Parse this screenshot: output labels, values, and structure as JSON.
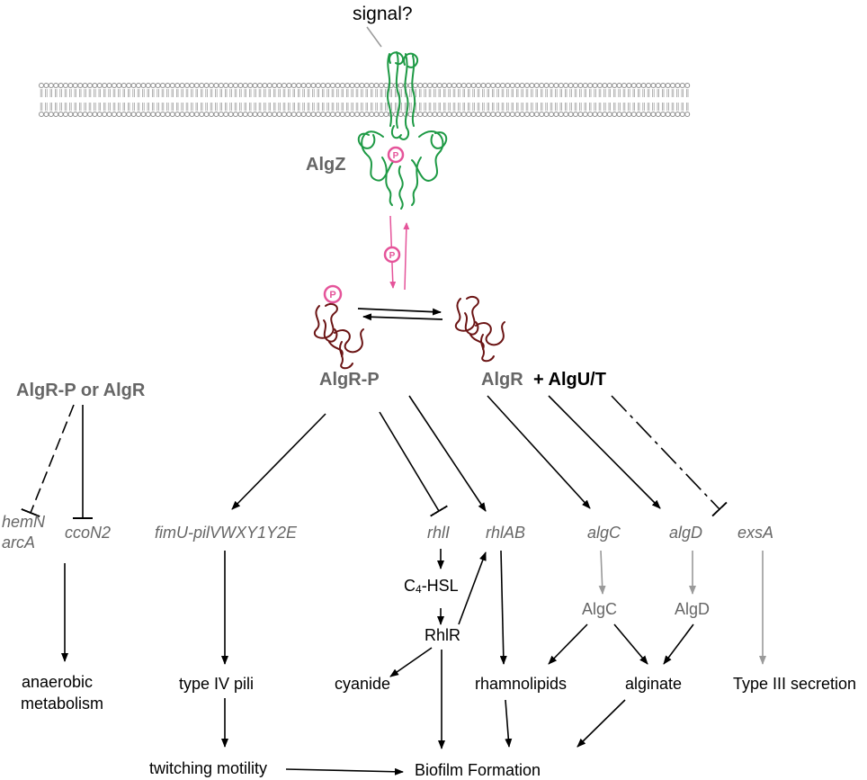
{
  "signal": "signal?",
  "proteins": {
    "algz": "AlgZ",
    "phospho": "P"
  },
  "states": {
    "algr_p": "AlgR-P",
    "algr": "AlgR",
    "algu_t": "+ AlgU/T",
    "algr_p_or_algr": "AlgR-P or AlgR"
  },
  "genes": {
    "hemn": "hemN",
    "arca": "arcA",
    "ccon2": "ccoN2",
    "fimu": "fimU-pilVWXY1Y2E",
    "rhli": "rhlI",
    "rhlab": "rhlAB",
    "algc": "algC",
    "algd": "algD",
    "exsa": "exsA"
  },
  "intermediates": {
    "c4_main": "C",
    "c4_sub": "4",
    "c4_rest": "-HSL",
    "rhlr": "RhlR",
    "algc_protein": "AlgC",
    "algd_protein": "AlgD"
  },
  "outputs": {
    "anaerobic_1": "anaerobic",
    "anaerobic_2": "metabolism",
    "pili": "type IV pili",
    "cyanide": "cyanide",
    "rhamnolipids": "rhamnolipids",
    "alginate": "alginate",
    "t3ss": "Type III secretion",
    "twitching": "twitching motility",
    "biofilm": "Biofilm Formation"
  },
  "colors": {
    "membrane": "#8c8c8c",
    "algz": "#1e9a45",
    "algr": "#6b1414",
    "phospho": "#e5549a",
    "text_gray": "#666666"
  }
}
